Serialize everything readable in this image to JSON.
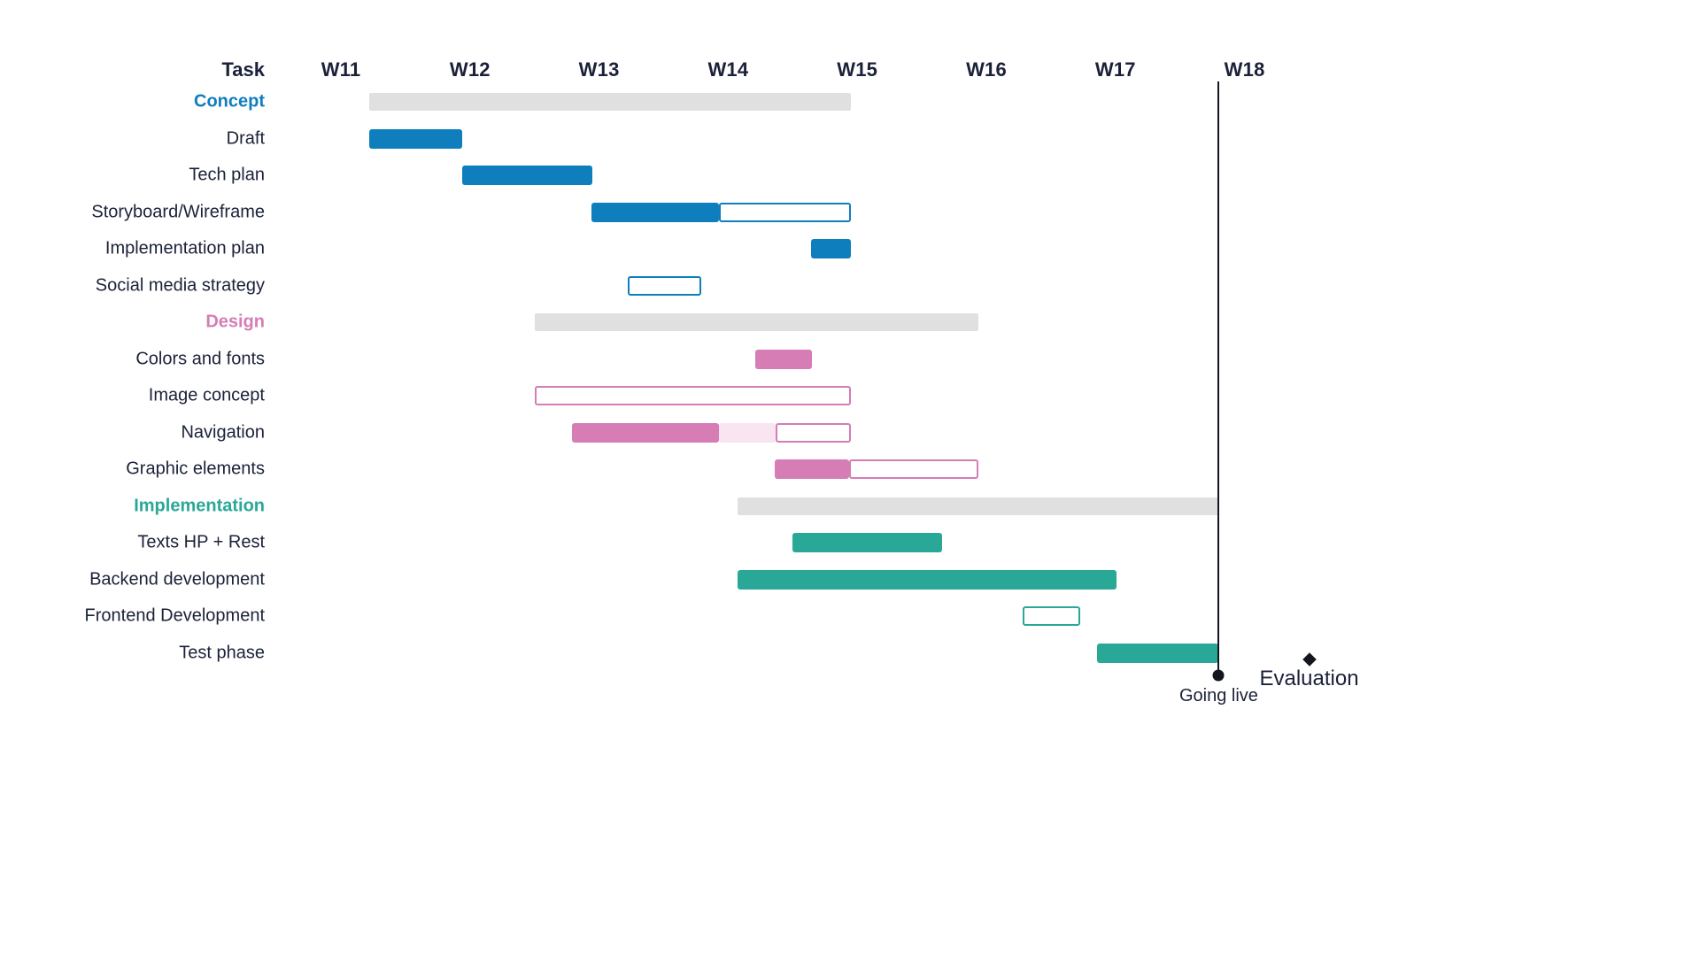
{
  "header": {
    "task_column_label": "Task"
  },
  "axis": {
    "ticks": [
      "W11",
      "W12",
      "W13",
      "W14",
      "W15",
      "W16",
      "W17",
      "W18"
    ]
  },
  "milestones": [
    {
      "name": "going-live",
      "label": "Going live",
      "marker": "circle"
    },
    {
      "name": "evaluation",
      "label": "Evaluation",
      "marker": "diamond"
    }
  ],
  "rows": [
    {
      "label": "Concept",
      "kind": "section",
      "section": "concept"
    },
    {
      "label": "Draft",
      "kind": "task"
    },
    {
      "label": "Tech plan",
      "kind": "task"
    },
    {
      "label": "Storyboard/Wireframe",
      "kind": "task"
    },
    {
      "label": "Implementation plan",
      "kind": "task"
    },
    {
      "label": "Social media strategy",
      "kind": "task"
    },
    {
      "label": "Design",
      "kind": "section",
      "section": "design"
    },
    {
      "label": "Colors and fonts",
      "kind": "task"
    },
    {
      "label": "Image concept",
      "kind": "task"
    },
    {
      "label": "Navigation",
      "kind": "task"
    },
    {
      "label": "Graphic elements",
      "kind": "task"
    },
    {
      "label": "Implementation",
      "kind": "section",
      "section": "implementation"
    },
    {
      "label": "Texts HP + Rest",
      "kind": "task"
    },
    {
      "label": "Backend development",
      "kind": "task"
    },
    {
      "label": "Frontend Development",
      "kind": "task"
    },
    {
      "label": "Test phase",
      "kind": "task"
    }
  ],
  "colors": {
    "concept": "#0f7ebd",
    "design": "#d57db4",
    "implementation": "#2aa897",
    "group": "#e0e0e0",
    "light_pink": "#f9e4f1",
    "text": "#1b2138",
    "milestone": "#14161f"
  },
  "chart_data": {
    "type": "bar",
    "title": "",
    "xlabel": "",
    "ylabel": "Task",
    "x_ticks": [
      "W11",
      "W12",
      "W13",
      "W14",
      "W15",
      "W16",
      "W17",
      "W18"
    ],
    "x_tick_weeks": [
      11,
      12,
      13,
      14,
      15,
      16,
      17,
      18
    ],
    "xlim": [
      11,
      18.5
    ],
    "grid": false,
    "legend": "none",
    "categories": [
      "Concept",
      "Draft",
      "Tech plan",
      "Storyboard/Wireframe",
      "Implementation plan",
      "Social media strategy",
      "Design",
      "Colors and fonts",
      "Image concept",
      "Navigation",
      "Graphic elements",
      "Implementation",
      "Texts HP + Rest",
      "Backend development",
      "Frontend Development",
      "Test phase"
    ],
    "tasks": [
      {
        "task": "Concept",
        "type": "group",
        "style": "group",
        "segments": [
          {
            "start": 11.22,
            "end": 14.95,
            "fill": "#e0e0e0"
          }
        ]
      },
      {
        "task": "Draft",
        "type": "task",
        "style": "solid-blue",
        "segments": [
          {
            "start": 11.22,
            "end": 11.94,
            "fill": "#0f7ebd"
          }
        ]
      },
      {
        "task": "Tech plan",
        "type": "task",
        "style": "solid-blue",
        "segments": [
          {
            "start": 11.94,
            "end": 12.95,
            "fill": "#0f7ebd"
          }
        ]
      },
      {
        "task": "Storyboard/Wireframe",
        "type": "task",
        "style": "solid-then-open-blue",
        "segments": [
          {
            "start": 12.94,
            "end": 13.93,
            "fill": "#0f7ebd"
          },
          {
            "start": 13.93,
            "end": 14.95,
            "fill": "none",
            "stroke": "#0f7ebd"
          }
        ]
      },
      {
        "task": "Implementation plan",
        "type": "task",
        "style": "solid-blue",
        "segments": [
          {
            "start": 14.64,
            "end": 14.95,
            "fill": "#0f7ebd"
          }
        ]
      },
      {
        "task": "Social media strategy",
        "type": "task",
        "style": "open-blue",
        "segments": [
          {
            "start": 13.22,
            "end": 13.79,
            "fill": "none",
            "stroke": "#0f7ebd"
          }
        ]
      },
      {
        "task": "Design",
        "type": "group",
        "style": "group",
        "segments": [
          {
            "start": 12.5,
            "end": 15.94,
            "fill": "#e0e0e0"
          }
        ]
      },
      {
        "task": "Colors and fonts",
        "type": "task",
        "style": "solid-pink",
        "segments": [
          {
            "start": 14.21,
            "end": 14.65,
            "fill": "#d57db4"
          }
        ]
      },
      {
        "task": "Image concept",
        "type": "task",
        "style": "open-pink",
        "segments": [
          {
            "start": 12.5,
            "end": 14.95,
            "fill": "none",
            "stroke": "#d57db4"
          }
        ]
      },
      {
        "task": "Navigation",
        "type": "task",
        "style": "solid-light-open-pink",
        "segments": [
          {
            "start": 12.79,
            "end": 13.93,
            "fill": "#d57db4"
          },
          {
            "start": 13.93,
            "end": 14.37,
            "fill": "#f9e4f1"
          },
          {
            "start": 14.37,
            "end": 14.95,
            "fill": "none",
            "stroke": "#d57db4"
          }
        ]
      },
      {
        "task": "Graphic elements",
        "type": "task",
        "style": "solid-then-open-pink",
        "segments": [
          {
            "start": 14.36,
            "end": 14.94,
            "fill": "#d57db4"
          },
          {
            "start": 14.94,
            "end": 15.94,
            "fill": "none",
            "stroke": "#d57db4"
          }
        ]
      },
      {
        "task": "Implementation",
        "type": "group",
        "style": "group",
        "segments": [
          {
            "start": 14.07,
            "end": 17.8,
            "fill": "#e0e0e0"
          }
        ]
      },
      {
        "task": "Texts HP + Rest",
        "type": "task",
        "style": "solid-teal",
        "segments": [
          {
            "start": 14.5,
            "end": 15.66,
            "fill": "#2aa897"
          }
        ]
      },
      {
        "task": "Backend development",
        "type": "task",
        "style": "solid-teal",
        "segments": [
          {
            "start": 14.07,
            "end": 17.01,
            "fill": "#2aa897"
          }
        ]
      },
      {
        "task": "Frontend Development",
        "type": "task",
        "style": "open-teal",
        "segments": [
          {
            "start": 16.28,
            "end": 16.73,
            "fill": "none",
            "stroke": "#2aa897"
          }
        ]
      },
      {
        "task": "Test phase",
        "type": "task",
        "style": "solid-teal",
        "segments": [
          {
            "start": 16.86,
            "end": 17.8,
            "fill": "#2aa897"
          }
        ]
      }
    ],
    "milestones": [
      {
        "label": "Going live",
        "week": 17.8,
        "marker": "circle"
      },
      {
        "label": "Evaluation",
        "week": 18.5,
        "marker": "diamond"
      }
    ]
  }
}
